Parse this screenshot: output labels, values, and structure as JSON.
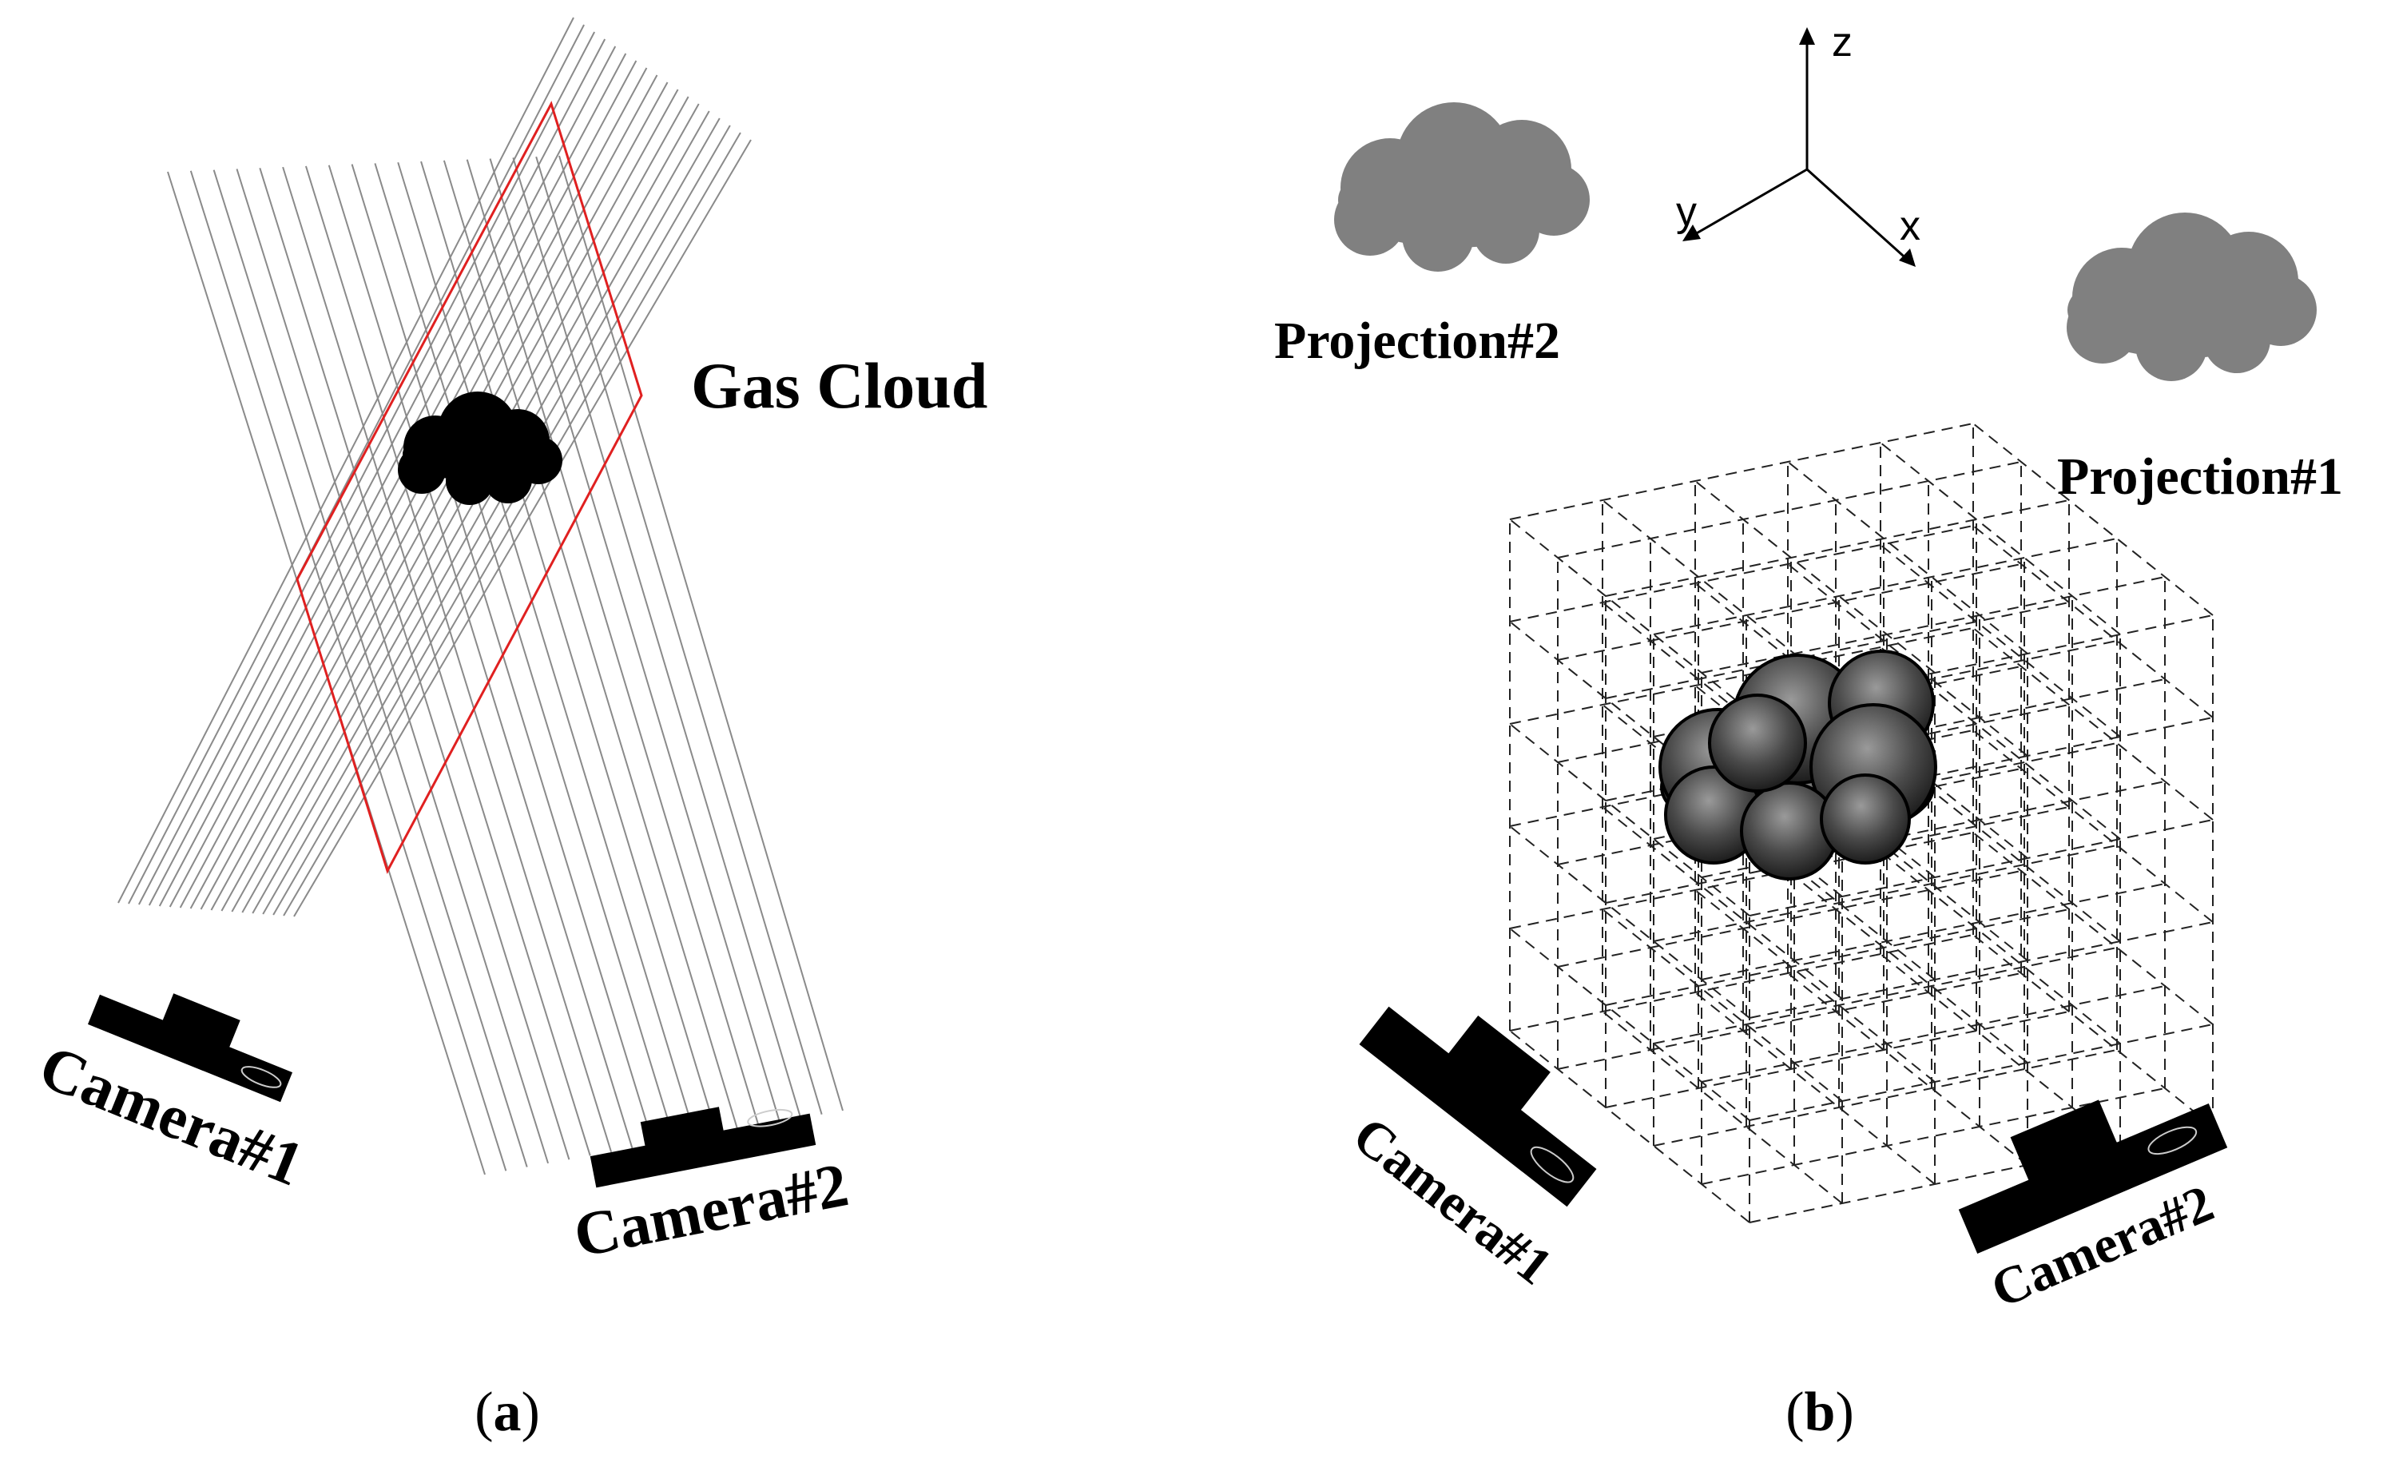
{
  "panel_a": {
    "gas_cloud_label": "Gas Cloud",
    "camera1_label": "Camera#1",
    "camera2_label": "Camera#2",
    "panel_label_open": "(",
    "panel_label_letter": "a",
    "panel_label_close": ")",
    "grid_color": "#e02020"
  },
  "panel_b": {
    "axis_z": "z",
    "axis_y": "y",
    "axis_x": "x",
    "projection2_label": "Projection#2",
    "projection1_label": "Projection#1",
    "camera1_label": "Camera#1",
    "camera2_label": "Camera#2",
    "panel_label_open": "(",
    "panel_label_letter": "b",
    "panel_label_close": ")",
    "projection_color": "#808080"
  }
}
